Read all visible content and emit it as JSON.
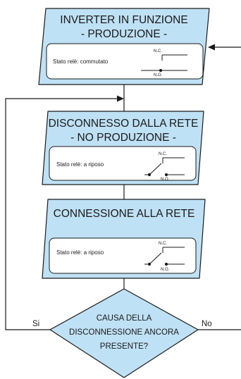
{
  "flowchart": {
    "colors": {
      "fill": "#bfe1f5",
      "stroke": "#1a1a1a",
      "inner_box": "#ffffff"
    },
    "box1": {
      "title_line1": "INVERTER IN FUNZIONE",
      "title_line2": "- PRODUZIONE -",
      "relay_text": "Stato relè: commutato",
      "nc": "N.C.",
      "no": "N.O."
    },
    "box2": {
      "title_line1": "DISCONNESSO DALLA RETE",
      "title_line2": "- NO PRODUZIONE -",
      "relay_text": "Stato relè: a riposo",
      "nc": "N.C.",
      "no": "N.O."
    },
    "box3": {
      "title_line1": "CONNESSIONE ALLA RETE",
      "relay_text": "Stato relè: a riposo",
      "nc": "N.C.",
      "no": "N.O."
    },
    "decision": {
      "line1": "CAUSA DELLA",
      "line2": "DISCONNESSIONE ANCORA",
      "line3": "PRESENTE?",
      "yes_label": "Si",
      "no_label": "No"
    }
  }
}
